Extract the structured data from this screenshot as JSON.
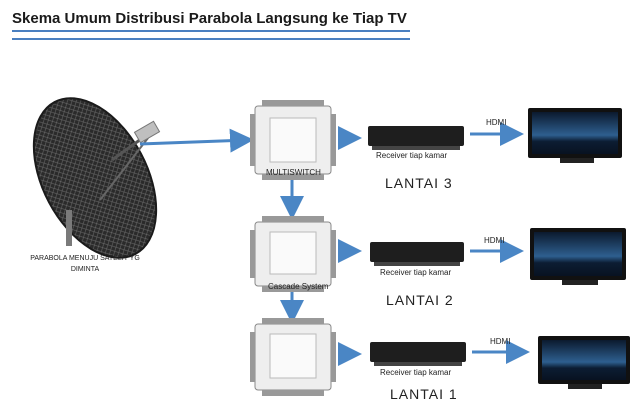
{
  "title": "Skema Umum Distribusi Parabola Langsung ke Tiap TV",
  "dish_label": "PARABOLA MENUJU SATELIT YG DIMINTA",
  "colors": {
    "arrow": "#4a86c5",
    "rule": "#4a7fc0"
  },
  "floors": [
    {
      "switch_label": "MULTISWITCH",
      "receiver_label": "Receiver tiap kamar",
      "hdmi_label": "HDMI",
      "floor_label": "LANTAI 3"
    },
    {
      "switch_label": "Cascade System",
      "receiver_label": "Receiver tiap kamar",
      "hdmi_label": "HDMI",
      "floor_label": "LANTAI 2"
    },
    {
      "switch_label": "",
      "receiver_label": "Receiver tiap kamar",
      "hdmi_label": "HDMI",
      "floor_label": "LANTAI 1"
    }
  ]
}
